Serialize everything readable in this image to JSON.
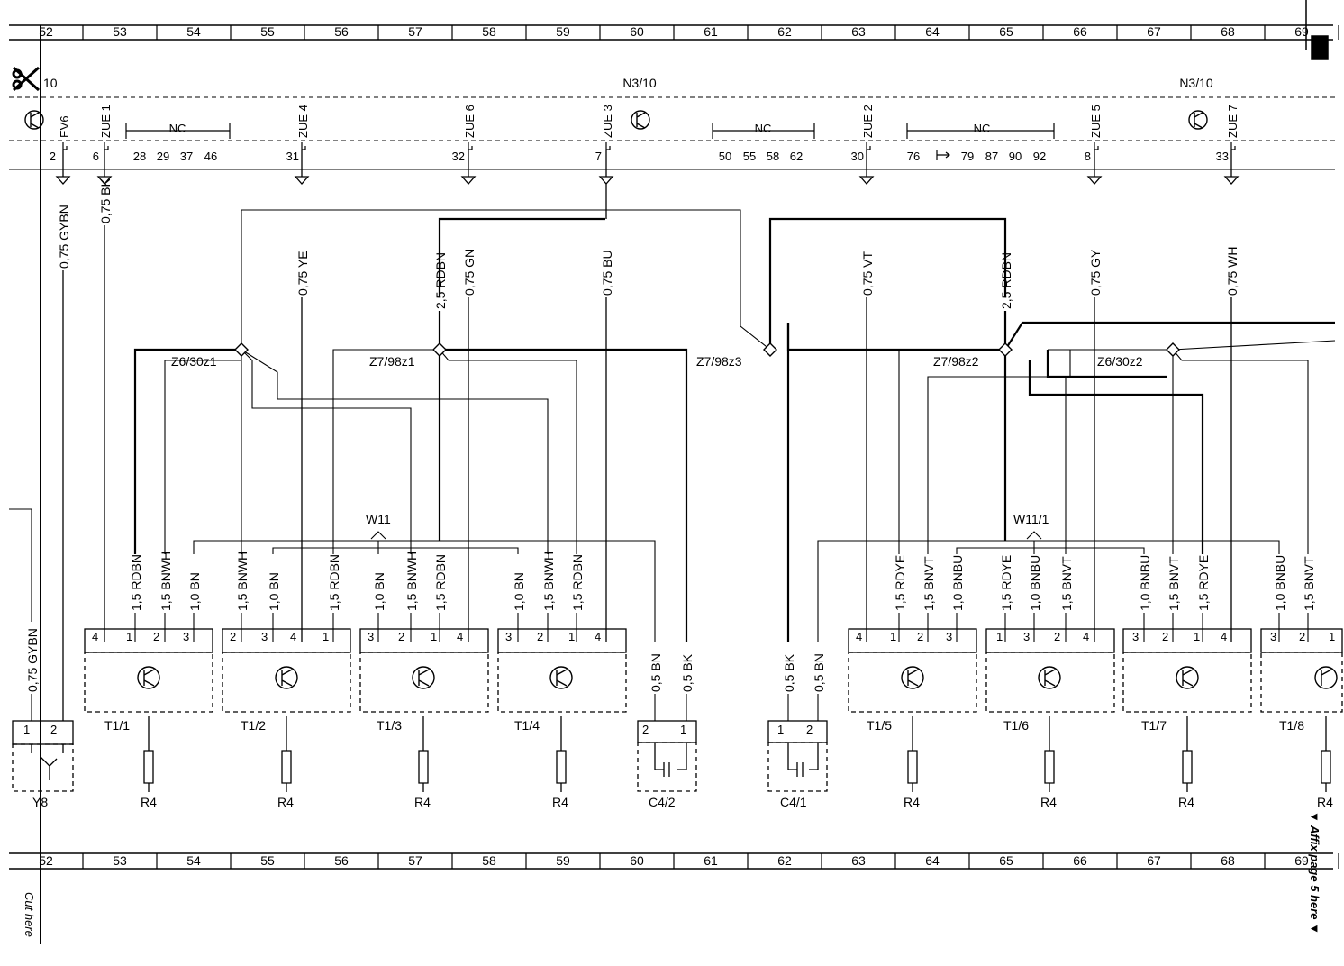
{
  "grid": {
    "columns": [
      "52",
      "53",
      "54",
      "55",
      "56",
      "57",
      "58",
      "59",
      "60",
      "61",
      "62",
      "63",
      "64",
      "65",
      "66",
      "67",
      "68",
      "69"
    ]
  },
  "headers": {
    "left_module": "10",
    "module_center": "N3/10",
    "module_right": "N3/10",
    "nc": "NC"
  },
  "connector_labels": {
    "ev6": "EV6",
    "zue": [
      "ZUE 1",
      "ZUE 4",
      "ZUE 6",
      "ZUE 3",
      "ZUE 2",
      "ZUE 5",
      "ZUE 7"
    ]
  },
  "pins": {
    "p2": "2",
    "p6": "6",
    "nc1": [
      "28",
      "29",
      "37",
      "46"
    ],
    "p31": "31",
    "p32": "32",
    "p7": "7",
    "nc2": [
      "50",
      "55",
      "58",
      "62"
    ],
    "p30": "30",
    "nc3a": "76",
    "nc3b": [
      "79",
      "87",
      "90",
      "92"
    ],
    "p8": "8",
    "p33": "33"
  },
  "wires_top": [
    "0,75 GYBN",
    "0,75 BK",
    "0,75 YE",
    "2,5 RDBN",
    "0,75 GN",
    "0,75 BU",
    "0,75 VT",
    "2,5 RDBN",
    "0,75 GY",
    "0,75 WH"
  ],
  "splices": [
    "Z6/30z1",
    "Z7/98z1",
    "Z7/98z3",
    "Z7/98z2",
    "Z6/30z2"
  ],
  "shields": [
    "W11",
    "W11/1"
  ],
  "wires_bottom": {
    "t11": [
      "1,5 RDBN",
      "1,5 BNWH",
      "1,0 BN"
    ],
    "t12": [
      "1,5 BNWH",
      "1,0 BN",
      "1,5 RDBN"
    ],
    "t13": [
      "1,0 BN",
      "1,5 BNWH",
      "1,5 RDBN"
    ],
    "t14": [
      "1,0 BN",
      "1,5 BNWH",
      "1,5 RDBN"
    ],
    "c42": [
      "0,5 BN",
      "0,5 BK"
    ],
    "c41": [
      "0,5 BK",
      "0,5 BN"
    ],
    "t15": [
      "1,5 RDYE",
      "1,5 BNVT",
      "1,0 BNBU"
    ],
    "t16": [
      "1,5 RDYE",
      "1,0 BNBU",
      "1,5 BNVT"
    ],
    "t17": [
      "1,0 BNBU",
      "1,5 BNVT",
      "1,5 RDYE"
    ],
    "t18": [
      "1,0 BNBU",
      "1,5 BNVT"
    ],
    "left": "0,75 GYBN"
  },
  "components": {
    "y8": "Y8",
    "coils": [
      "T1/1",
      "T1/2",
      "T1/3",
      "T1/4",
      "T1/5",
      "T1/6",
      "T1/7",
      "T1/8"
    ],
    "c42": "C4/2",
    "c41": "C4/1",
    "r4": "R4"
  },
  "coil_pins": {
    "t11": [
      "4",
      "1",
      "2",
      "3"
    ],
    "t12": [
      "2",
      "3",
      "4",
      "1"
    ],
    "t13": [
      "3",
      "2",
      "1",
      "4"
    ],
    "t14": [
      "3",
      "2",
      "1",
      "4"
    ],
    "t15": [
      "4",
      "1",
      "2",
      "3"
    ],
    "t16": [
      "1",
      "3",
      "2",
      "4"
    ],
    "t17": [
      "3",
      "2",
      "1",
      "4"
    ],
    "t18": [
      "3",
      "2",
      "1"
    ],
    "c42": [
      "2",
      "1"
    ],
    "c41": [
      "1",
      "2"
    ],
    "y8": [
      "1",
      "2"
    ]
  },
  "notes": {
    "cut_here": "Cut here",
    "affix": "▼ Affix page 5 here ▼"
  }
}
